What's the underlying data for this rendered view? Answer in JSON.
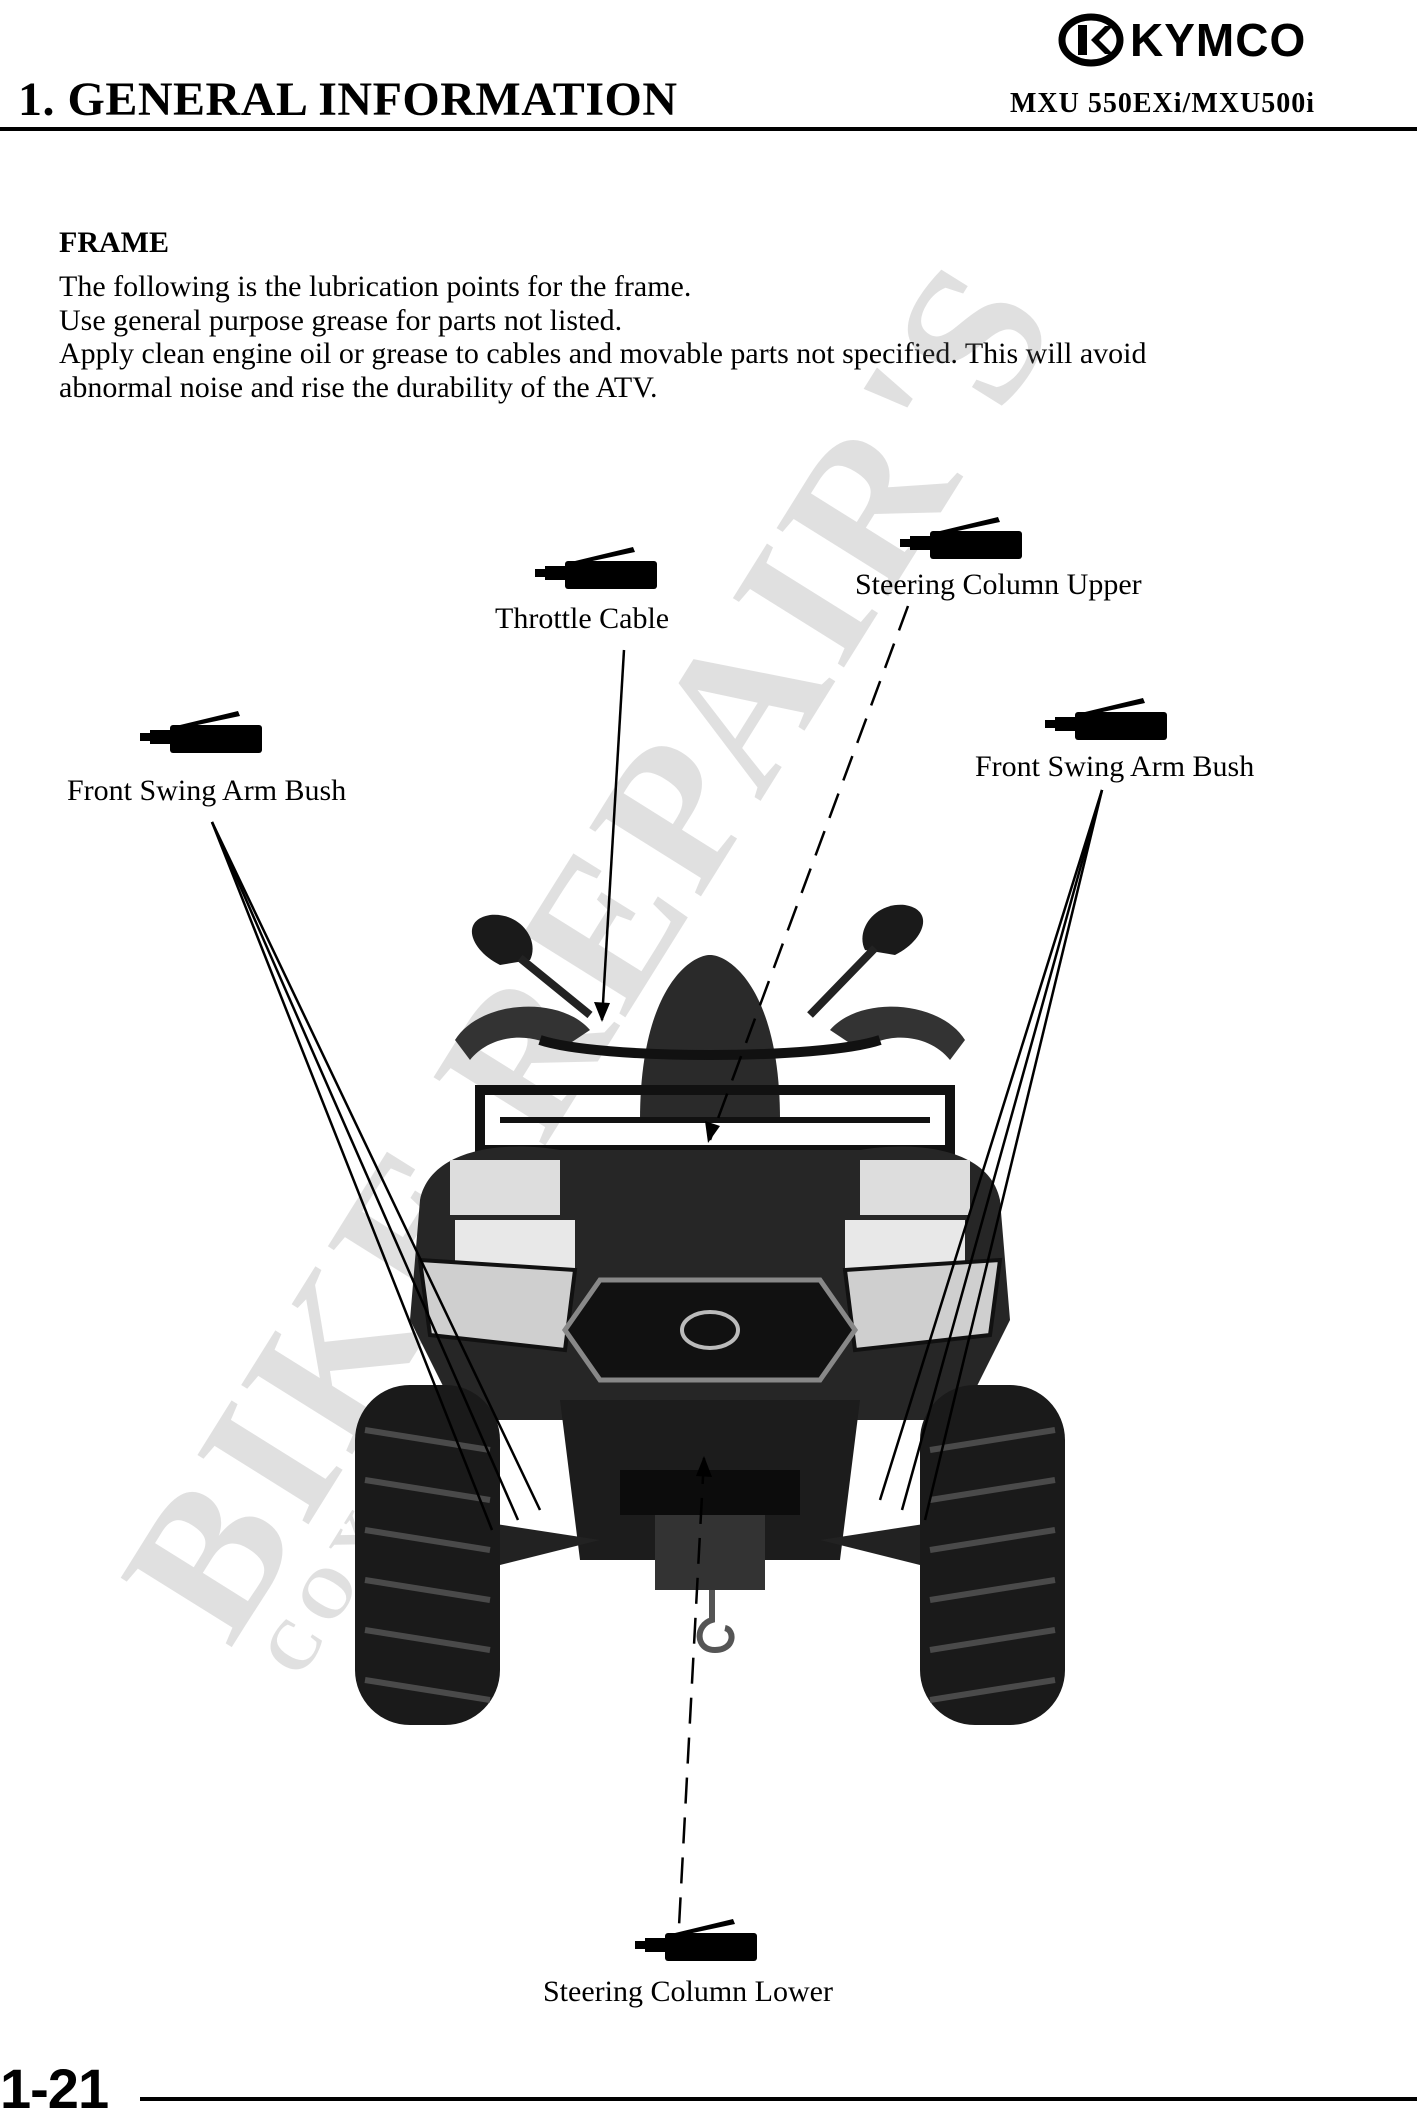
{
  "header": {
    "logo_text": "KYMCO",
    "chapter_title": "1. GENERAL INFORMATION",
    "model": "MXU 550EXi/MXU500i"
  },
  "section": {
    "heading": "FRAME",
    "lines": [
      "The following is the lubrication points for the frame.",
      "Use general purpose grease for parts not listed.",
      "Apply clean engine oil or grease to cables and movable parts not specified.    This will avoid",
      "abnormal noise and rise the durability of the ATV."
    ]
  },
  "diagram": {
    "callouts": {
      "throttle_cable": "Throttle Cable",
      "steering_column_upper": "Steering Column Upper",
      "front_swing_arm_bush_left": "Front Swing Arm Bush",
      "front_swing_arm_bush_right": "Front Swing Arm Bush",
      "steering_column_lower": "Steering Column Lower"
    },
    "icon": "grease-gun-icon",
    "watermark_text": "BIKE REPAIR'S"
  },
  "footer": {
    "page_number": "1-21"
  }
}
